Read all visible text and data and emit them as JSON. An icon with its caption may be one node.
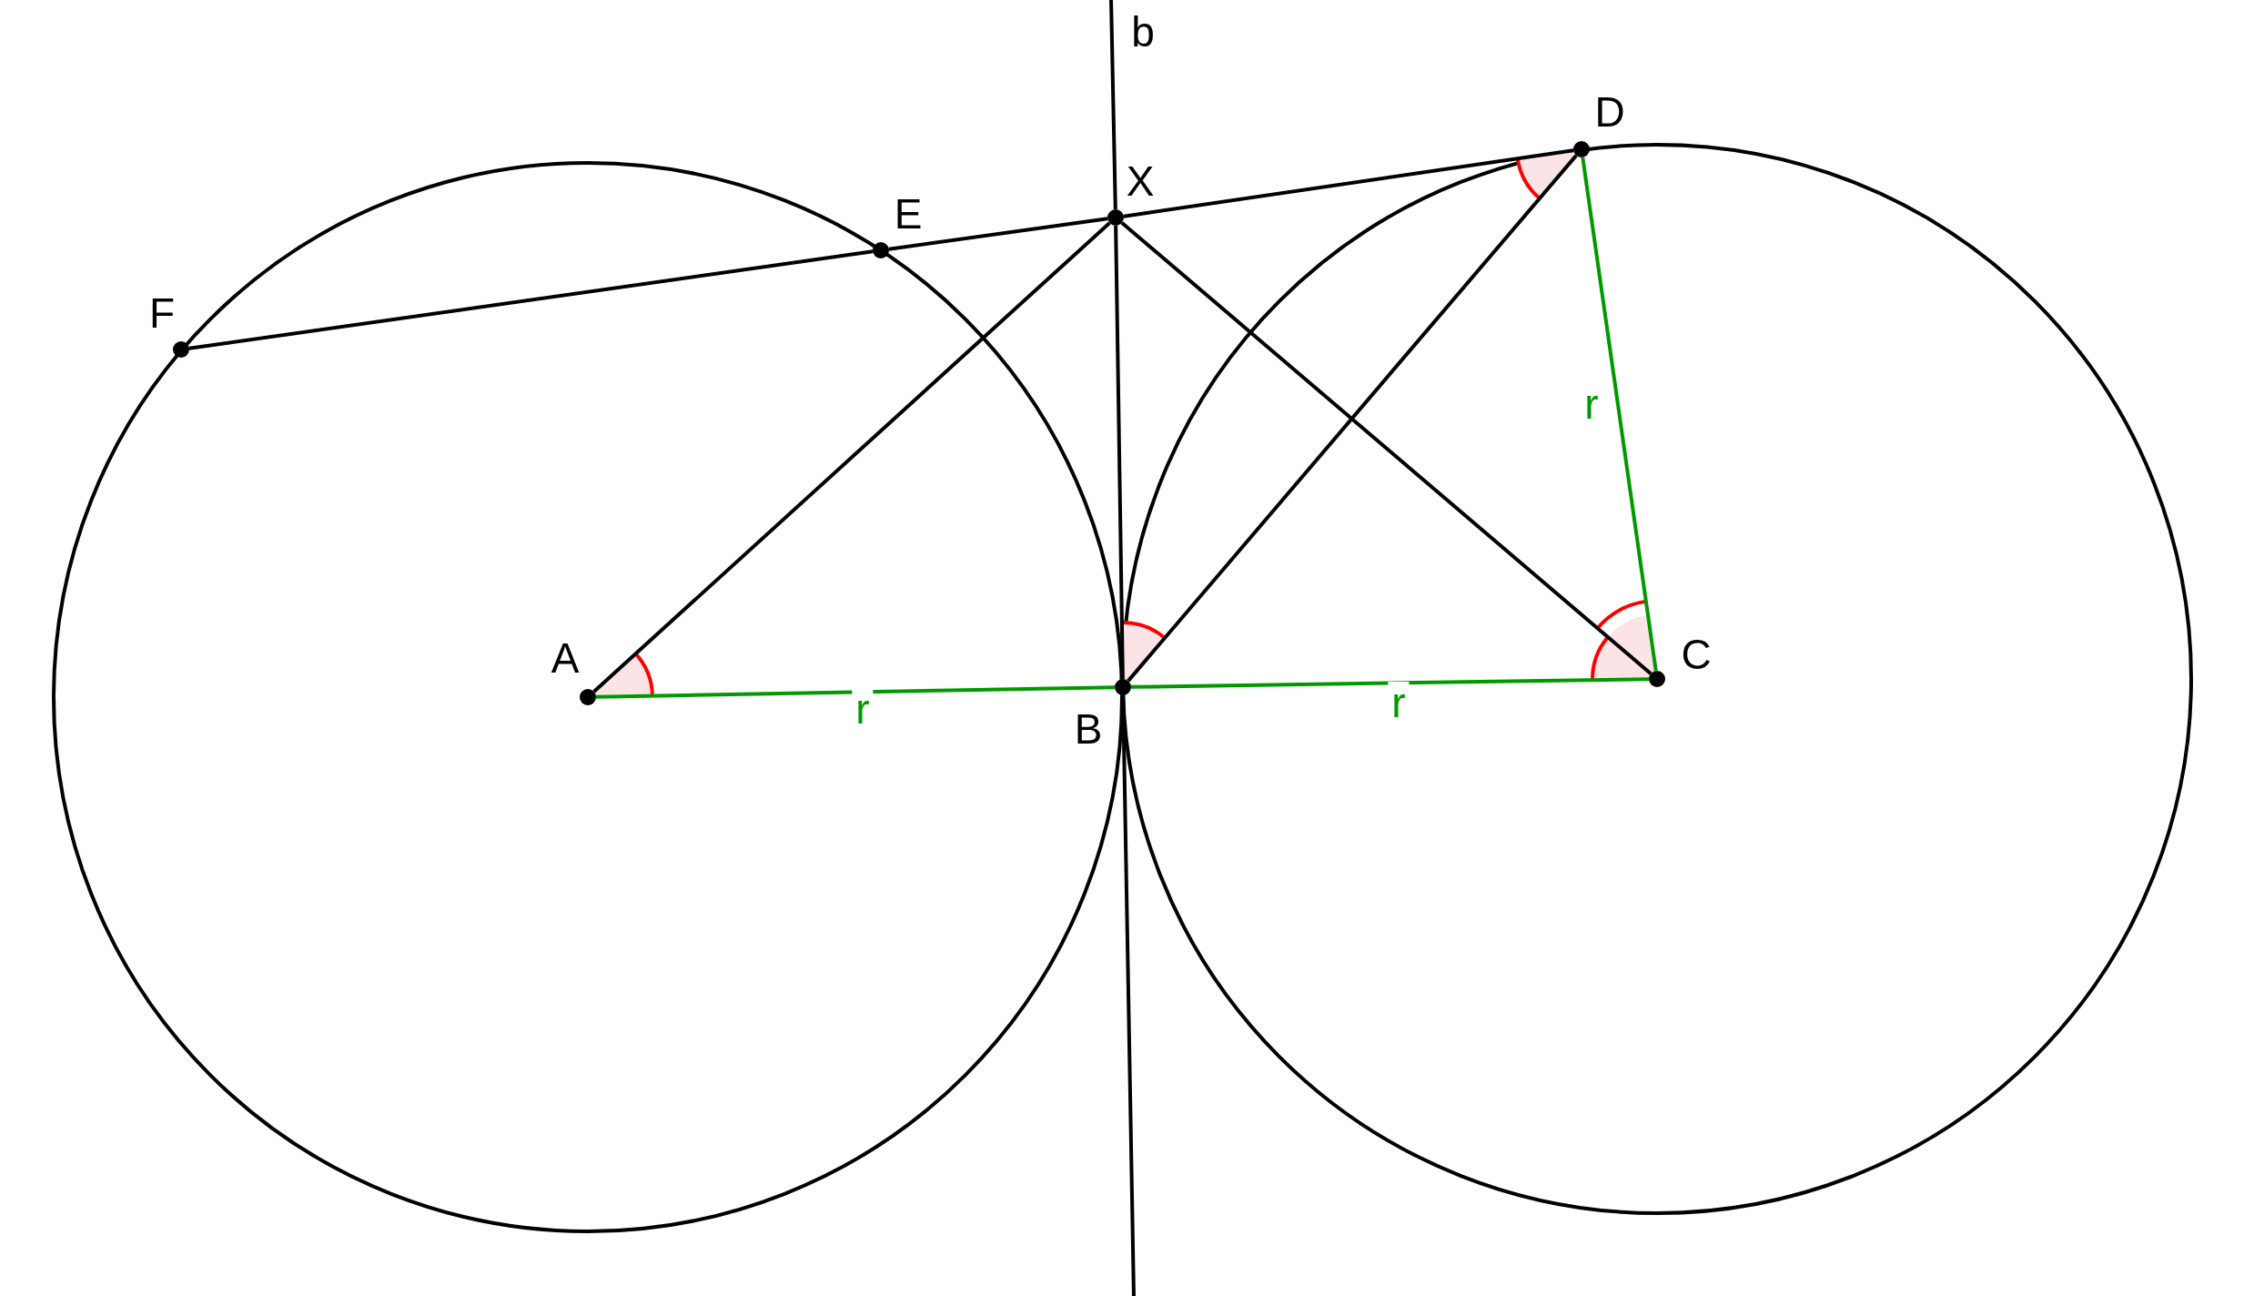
{
  "diagram": {
    "nodes": [
      {
        "text": [
          "D"
        ]
      },
      {
        "text": [
          "X"
        ]
      },
      {
        "text": [
          "E"
        ]
      },
      {
        "text": [
          "F"
        ]
      },
      {
        "text": [
          "A"
        ]
      },
      {
        "text": [
          "B"
        ]
      },
      {
        "text": [
          "C"
        ]
      }
    ],
    "edges": [
      {
        "from": 3,
        "to": 2,
        "arrow": "none"
      },
      {
        "from": 2,
        "to": 1,
        "arrow": "none"
      },
      {
        "from": 1,
        "to": 0,
        "arrow": "none"
      },
      {
        "from": 4,
        "to": 1,
        "arrow": "none"
      },
      {
        "from": 1,
        "to": 6,
        "arrow": "none"
      },
      {
        "from": 5,
        "to": 0,
        "arrow": "none"
      },
      {
        "from": 4,
        "to": 5,
        "arrow": "none",
        "label": "r",
        "color": "#009900"
      },
      {
        "from": 5,
        "to": 6,
        "arrow": "none",
        "label": "r",
        "color": "#009900"
      },
      {
        "from": 6,
        "to": 0,
        "arrow": "none",
        "label": "r",
        "color": "#009900"
      },
      {
        "from": null,
        "to": 1,
        "arrow": "none"
      },
      {
        "from": 1,
        "to": 5,
        "arrow": "none"
      },
      {
        "from": 5,
        "to": null,
        "arrow": "none"
      }
    ],
    "labels": [
      "b"
    ]
  }
}
